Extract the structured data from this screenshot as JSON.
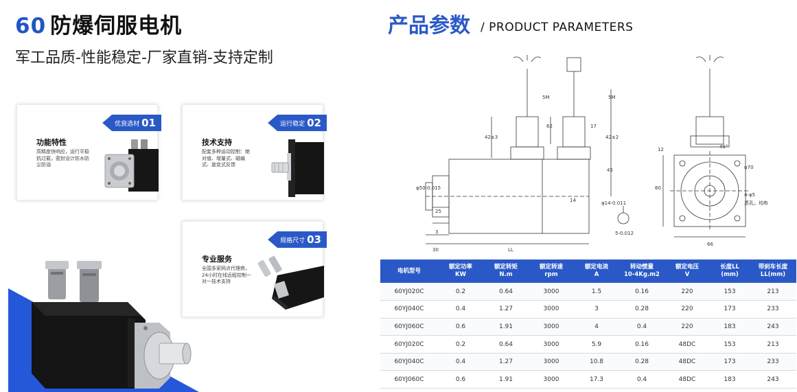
{
  "left": {
    "title_num": "60",
    "title_text": "防爆伺服电机",
    "subtitle": "军工品质-性能稳定-厂家直销-支持定制"
  },
  "cards": [
    {
      "tag_text": "优良选材",
      "tag_num": "01",
      "title": "功能特性",
      "desc": "高精度快响应，运行平稳抗过载，密封设计防水防尘防油"
    },
    {
      "tag_text": "运行稳定",
      "tag_num": "02",
      "title": "技术支持",
      "desc": "配套多种运动控制：绝对值、增量式、磁编式、旋变式反馈"
    },
    {
      "tag_text": "规格尺寸",
      "tag_num": "03",
      "title": "专业服务",
      "desc": "全国多家网点代理商，24小时在线远程控制一对一技术支持"
    }
  ],
  "right": {
    "title": "产品参数",
    "title_en": "/ PRODUCT  PARAMETERS"
  },
  "drawing": {
    "dims": [
      "30",
      "3",
      "25",
      "LL",
      "62",
      "17",
      "42±3",
      "42±2",
      "45",
      "5M",
      "5M",
      "φ50-0.015",
      "14",
      "φ14-0.011",
      "45°",
      "φ70",
      "12",
      "60",
      "4-φ5",
      "贯孔，均布",
      "66",
      "5-0.012"
    ]
  },
  "table": {
    "headers": [
      [
        "电机型号"
      ],
      [
        "额定功率",
        "KW"
      ],
      [
        "额定转矩",
        "N.m"
      ],
      [
        "额定转速",
        "rpm"
      ],
      [
        "额定电流",
        "A"
      ],
      [
        "转动惯量",
        "10-4Kg.m2"
      ],
      [
        "额定电压",
        "V"
      ],
      [
        "长度LL",
        "(mm)"
      ],
      [
        "带刹车长度",
        "LL(mm)"
      ]
    ],
    "rows": [
      [
        "60YJ020C",
        "0.2",
        "0.64",
        "3000",
        "1.5",
        "0.16",
        "220",
        "153",
        "213"
      ],
      [
        "60YJ040C",
        "0.4",
        "1.27",
        "3000",
        "3",
        "0.28",
        "220",
        "173",
        "233"
      ],
      [
        "60YJ060C",
        "0.6",
        "1.91",
        "3000",
        "4",
        "0.4",
        "220",
        "183",
        "243"
      ],
      [
        "60YJ020C",
        "0.2",
        "0.64",
        "3000",
        "5.9",
        "0.16",
        "48DC",
        "153",
        "213"
      ],
      [
        "60YJ040C",
        "0.4",
        "1.27",
        "3000",
        "10.8",
        "0.28",
        "48DC",
        "173",
        "233"
      ],
      [
        "60YJ060C",
        "0.6",
        "1.91",
        "3000",
        "17.3",
        "0.4",
        "48DC",
        "183",
        "243"
      ]
    ]
  },
  "colors": {
    "accent": "#2a59c7",
    "title_blue": "#2255c4"
  }
}
